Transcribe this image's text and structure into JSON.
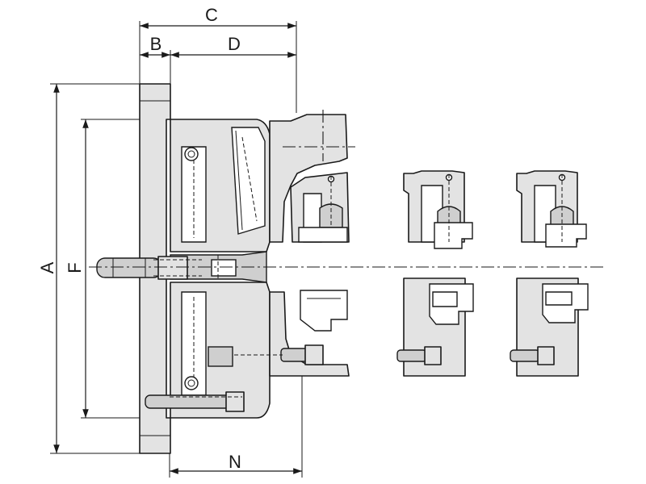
{
  "dimensions": {
    "A": "A",
    "B": "B",
    "C": "C",
    "D": "D",
    "F": "F",
    "N": "N"
  },
  "colors": {
    "line": "#1a1a1a",
    "fill": "#e3e3e3",
    "fill_dark": "#cfcfcf",
    "background": "#ffffff"
  }
}
